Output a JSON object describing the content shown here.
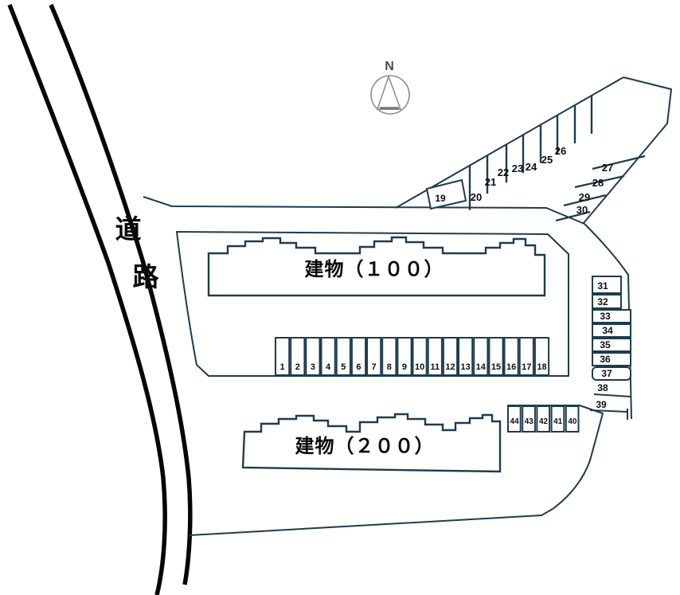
{
  "page": {
    "background": "#ffffff"
  },
  "colors": {
    "line": "#1d3c4e",
    "road": "#060606",
    "text": "#0d0d0d",
    "compass": "#8b8b8b"
  },
  "compass": {
    "label": "N"
  },
  "road": {
    "label_chars": [
      "道",
      "路"
    ]
  },
  "buildings": [
    {
      "id": "building-100",
      "label": "建物（１００）"
    },
    {
      "id": "building-200",
      "label": "建物（２００）"
    }
  ],
  "parking": {
    "row_main": {
      "numbers": [
        "1",
        "2",
        "3",
        "4",
        "5",
        "6",
        "7",
        "8",
        "9",
        "10",
        "11",
        "12",
        "13",
        "14",
        "15",
        "16",
        "17",
        "18"
      ]
    },
    "row_diagonal": {
      "first": "19",
      "numbers": [
        "20",
        "21",
        "22",
        "23",
        "24",
        "25",
        "26"
      ]
    },
    "row_right_diagonal": {
      "numbers": [
        "27",
        "28",
        "29",
        "30"
      ]
    },
    "column_right": {
      "numbers": [
        "31",
        "32",
        "33",
        "34",
        "35",
        "36",
        "37",
        "38",
        "39"
      ]
    },
    "row_lower": {
      "numbers": [
        "44",
        "43",
        "42",
        "41",
        "40"
      ]
    }
  }
}
